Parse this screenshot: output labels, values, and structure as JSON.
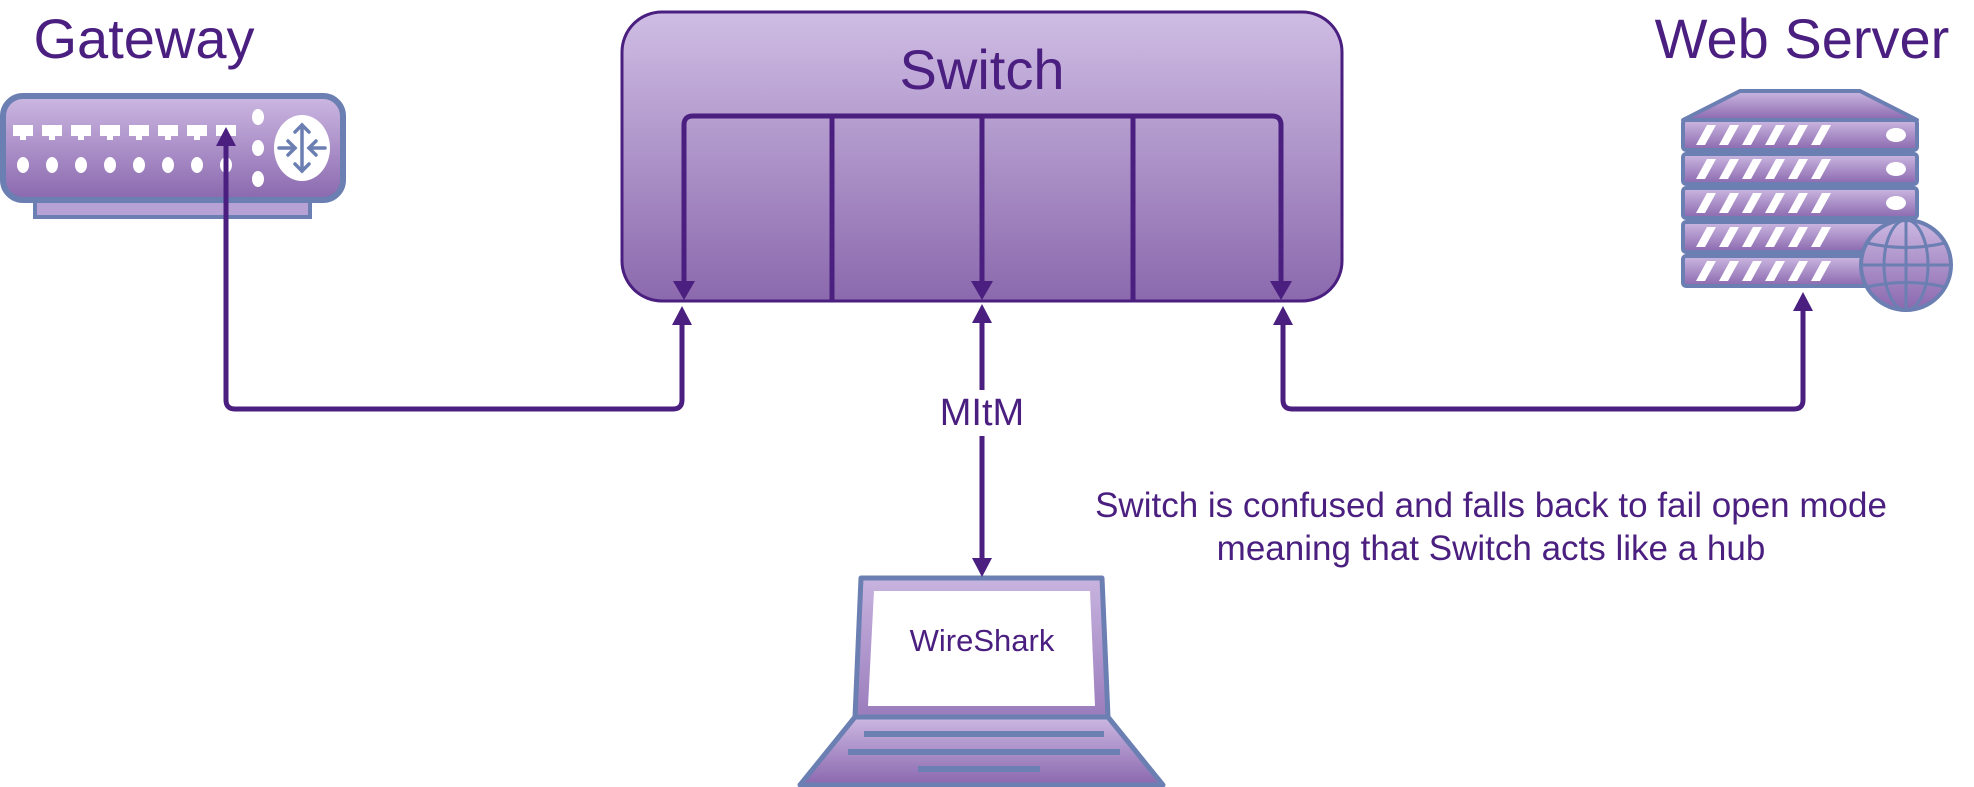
{
  "nodes": {
    "gateway": {
      "label": "Gateway"
    },
    "switch": {
      "label": "Switch"
    },
    "web_server": {
      "label": "Web Server"
    },
    "laptop": {
      "screen_label": "WireShark"
    }
  },
  "edges": {
    "mitm_label": "MItM"
  },
  "note": {
    "line1": "Switch is confused and falls back to fail open mode",
    "line2": "meaning that Switch acts like a hub"
  },
  "colors": {
    "ink": "#4a1f80",
    "device_outline": "#6b7fb3",
    "device_fill_top": "#c9b5e0",
    "device_fill_bottom": "#8c6ab0"
  }
}
